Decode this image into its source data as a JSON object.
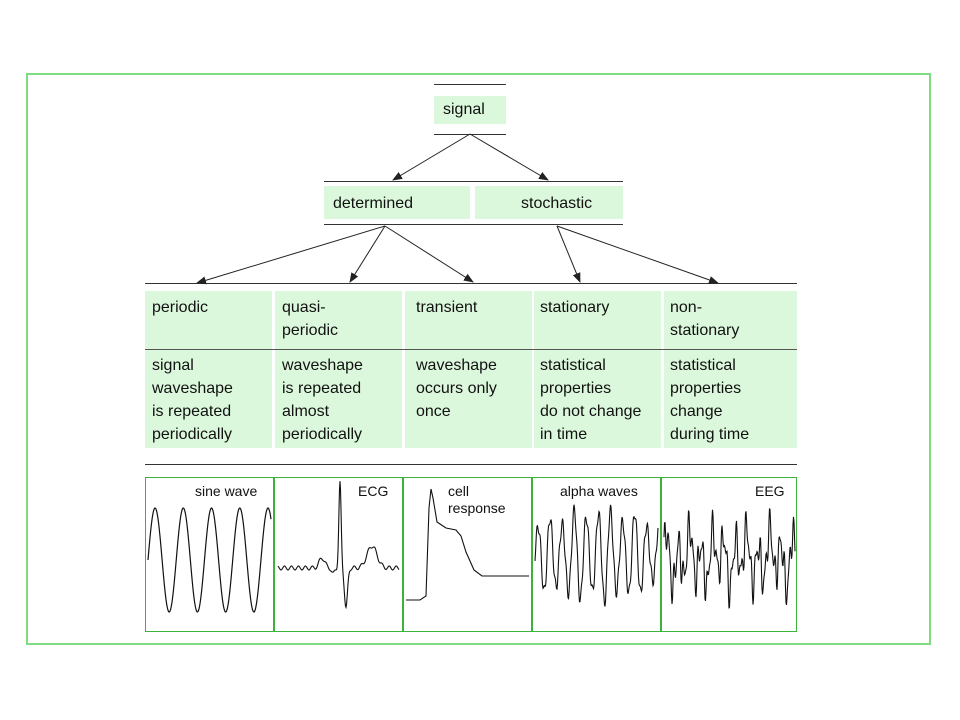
{
  "root": "signal",
  "level1": [
    "determined",
    "stochastic"
  ],
  "categories": [
    {
      "name": "periodic",
      "description": "signal\nwaveshape\nis repeated\nperiodically"
    },
    {
      "name": "quasi-\n  periodic",
      "description": "waveshape\nis repeated\nalmost\nperiodically"
    },
    {
      "name": "transient",
      "description": "waveshape\noccurs only\nonce"
    },
    {
      "name": "stationary",
      "description": "statistical\nproperties\ndo not change\nin time"
    },
    {
      "name": "non-\n  stationary",
      "description": "statistical\nproperties\nchange\nduring time"
    }
  ],
  "examples": [
    "sine wave",
    "ECG",
    "cell\n   response",
    "alpha waves",
    "EEG"
  ],
  "colors": {
    "box_fill": "#dcf8dc",
    "frame": "#7fdc7f",
    "panel_border": "#3cb43c"
  }
}
